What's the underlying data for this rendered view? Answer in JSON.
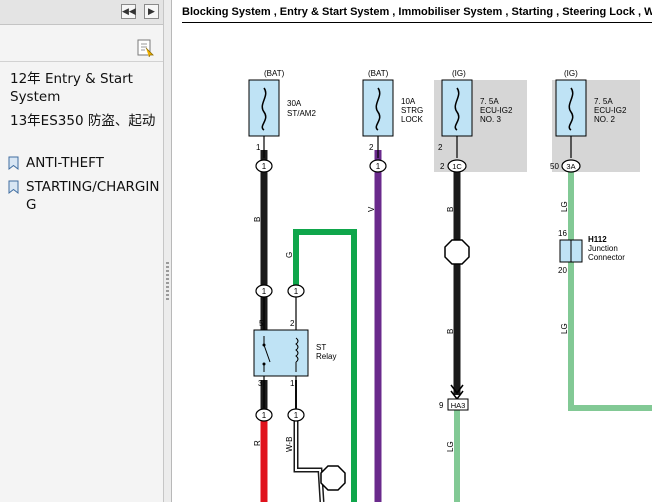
{
  "sidebar": {
    "nav": {
      "prev": "◀◀",
      "next": "▶"
    },
    "bookmarks": [
      {
        "label": "12年 Entry & Start System"
      },
      {
        "label": "13年ES350 防盗、起动"
      },
      {
        "label": "ANTI-THEFT"
      },
      {
        "label": "STARTING/CHARGING"
      }
    ]
  },
  "document": {
    "title": "Blocking System , Entry & Start System , Immobiliser System , Starting , Steering Lock , Wiring",
    "power_labels": {
      "bat1": "(BAT)",
      "bat2": "(BAT)",
      "ig1": "(IG)",
      "ig2": "(IG)"
    },
    "fuses": [
      {
        "amp": "30A",
        "name": "ST/AM2"
      },
      {
        "amp": "10A",
        "name": "STRG",
        "name2": "LOCK"
      },
      {
        "amp": "7. 5A",
        "name": "ECU-IG2",
        "name2": "NO. 3"
      },
      {
        "amp": "7. 5A",
        "name": "ECU-IG2",
        "name2": "NO. 2"
      }
    ],
    "pins": {
      "p1": "1",
      "p2": "2",
      "p3": "2",
      "p4": "50",
      "r1": "5",
      "r2": "2",
      "r3": "3",
      "r4": "1",
      "j1": "16",
      "j2": "20",
      "h1": "9"
    },
    "connectors": {
      "c1": "1",
      "c2": "1",
      "c3": "1C",
      "c4": "3A",
      "c5": "1",
      "c6": "1",
      "c7": "1",
      "c8": "1"
    },
    "wire_colors": {
      "w1": "B",
      "w2": "V",
      "w3": "B",
      "w4": "LG",
      "w5": "G",
      "w6": "B",
      "w7": "LG",
      "w8": "R",
      "w9": "W-B",
      "w10": "LG"
    },
    "relay": {
      "name": "ST",
      "name2": "Relay"
    },
    "junction": {
      "code": "H112",
      "name": "Junction",
      "name2": "Connector"
    },
    "ha3": "HA3"
  },
  "colors": {
    "wire_black": "#1a1a1a",
    "wire_purple": "#6a2a8c",
    "wire_green": "#0fa64b",
    "wire_lightgreen": "#82c995",
    "wire_red": "#e0121c",
    "component_fill": "#bfe3f5",
    "ig_box": "#d6d6d6"
  }
}
